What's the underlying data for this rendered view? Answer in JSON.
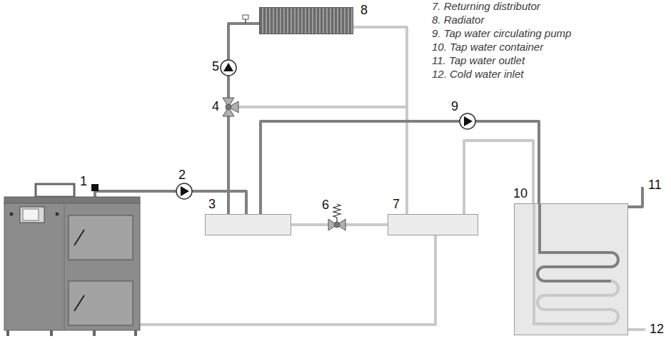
{
  "diagram": {
    "nodes": [
      {
        "text": [
          "8"
        ]
      },
      {
        "text": [
          "3"
        ]
      },
      {
        "text": [
          "7"
        ]
      },
      {
        "text": [
          "10"
        ]
      }
    ],
    "edges": [
      {
        "from": 1,
        "to": 0,
        "arrow": "none"
      },
      {
        "from": 0,
        "to": 2,
        "arrow": "none"
      },
      {
        "from": 1,
        "to": 2,
        "arrow": "none"
      },
      {
        "from": 1,
        "to": 3,
        "arrow": "none"
      },
      {
        "from": 3,
        "to": 2,
        "arrow": "none"
      }
    ],
    "labels": [
      "1",
      "2",
      "4",
      "5",
      "6",
      "9",
      "11",
      "12",
      "7. Returning distributor",
      "8. Radiator",
      "9. Tap water circulating pump",
      "10. Tap water container",
      "11. Tap water outlet",
      "12. Cold water inlet"
    ]
  }
}
